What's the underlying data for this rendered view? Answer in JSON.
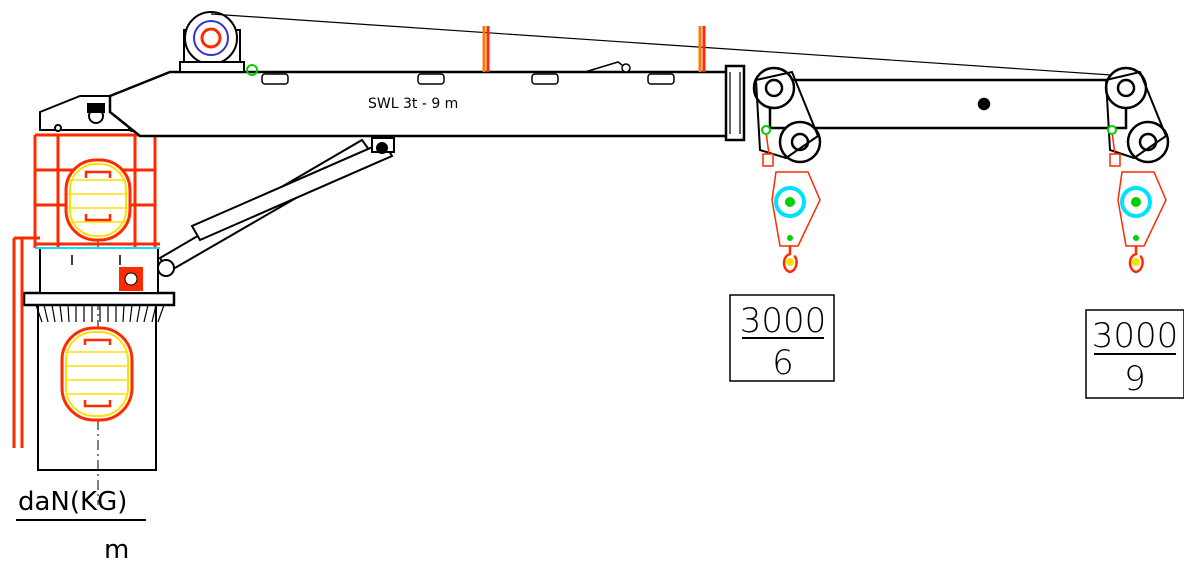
{
  "drawing": {
    "boom_label": "SWL 3t - 9 m",
    "load_tables": [
      {
        "load": "3000",
        "radius": "6"
      },
      {
        "load": "3000",
        "radius": "9"
      }
    ],
    "units": {
      "load": "daN(KG)",
      "radius": "m"
    },
    "colors": {
      "outline": "#000000",
      "railing": "#ff2a00",
      "hatch": "#ffe000",
      "pin": "#00d000",
      "sheave": "#00e0ff",
      "warning": "#ff7a00"
    }
  }
}
